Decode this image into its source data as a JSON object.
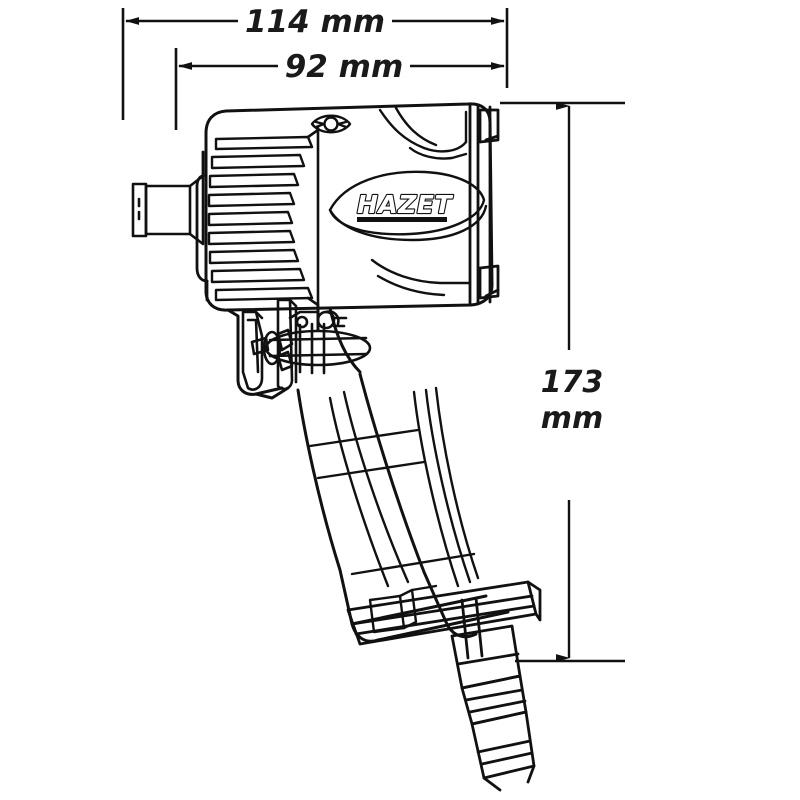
{
  "drawing": {
    "kind": "technical-line-drawing",
    "subject": "pneumatic impact wrench",
    "background_color": "#ffffff",
    "line_color": "#111111"
  },
  "brand": {
    "logo_text": "HAZET"
  },
  "dimensions": {
    "width_overall": {
      "value": "114 mm",
      "orientation": "horizontal",
      "position": "top"
    },
    "width_body": {
      "value": "92 mm",
      "orientation": "horizontal",
      "position": "top"
    },
    "height_overall": {
      "value_line1": "173",
      "value_line2": "mm",
      "orientation": "vertical",
      "position": "right"
    }
  },
  "parts": {
    "square_drive": "square-drive-anvil",
    "hammer_housing": "finned-hammer-housing",
    "motor_body": "motor-body",
    "exhaust": "rear-exhaust-deflector",
    "trigger": "trigger-lever",
    "reverse_knob": "forward-reverse-knob",
    "regulator": "air-regulator-dial",
    "handle": "pistol-grip-handle",
    "air_inlet": "air-inlet-hose-nipple",
    "screw_boss": "top-screw-boss"
  }
}
